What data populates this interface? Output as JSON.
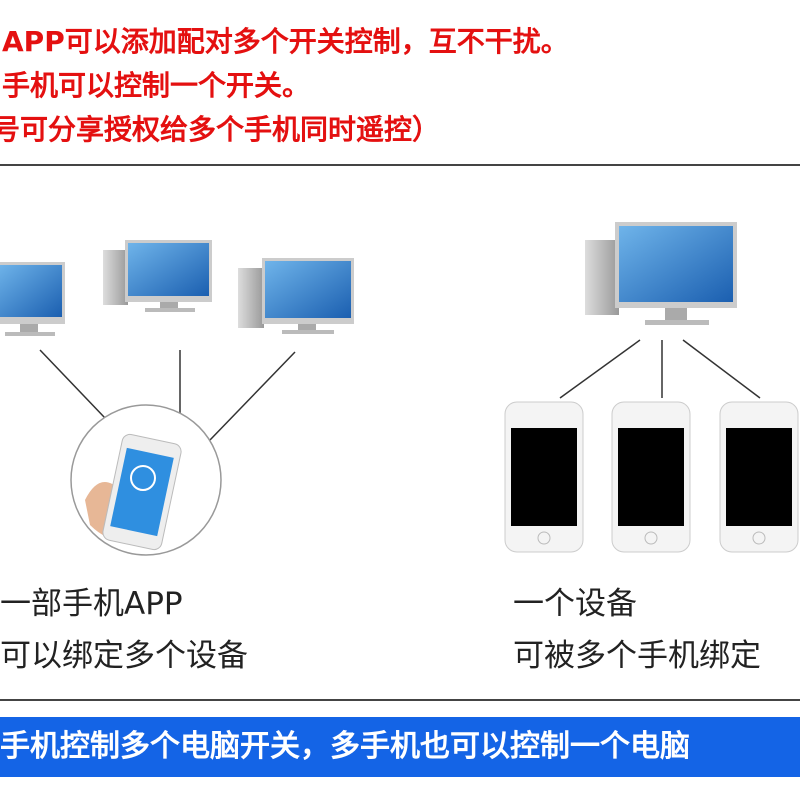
{
  "notes": [
    "APP可以添加配对多个开关控制，互不干扰。",
    "手机可以控制一个开关。",
    "号可分享授权给多个手机同时遥控）"
  ],
  "left": {
    "line1": "一部手机APP",
    "line2": "可以绑定多个设备"
  },
  "right": {
    "line1": "一个设备",
    "line2": "可被多个手机绑定"
  },
  "banner": "手机控制多个电脑开关，多手机也可以控制一个电脑",
  "colors": {
    "note_text": "#e41010",
    "banner_bg": "#1464e6",
    "banner_text": "#ffffff"
  }
}
